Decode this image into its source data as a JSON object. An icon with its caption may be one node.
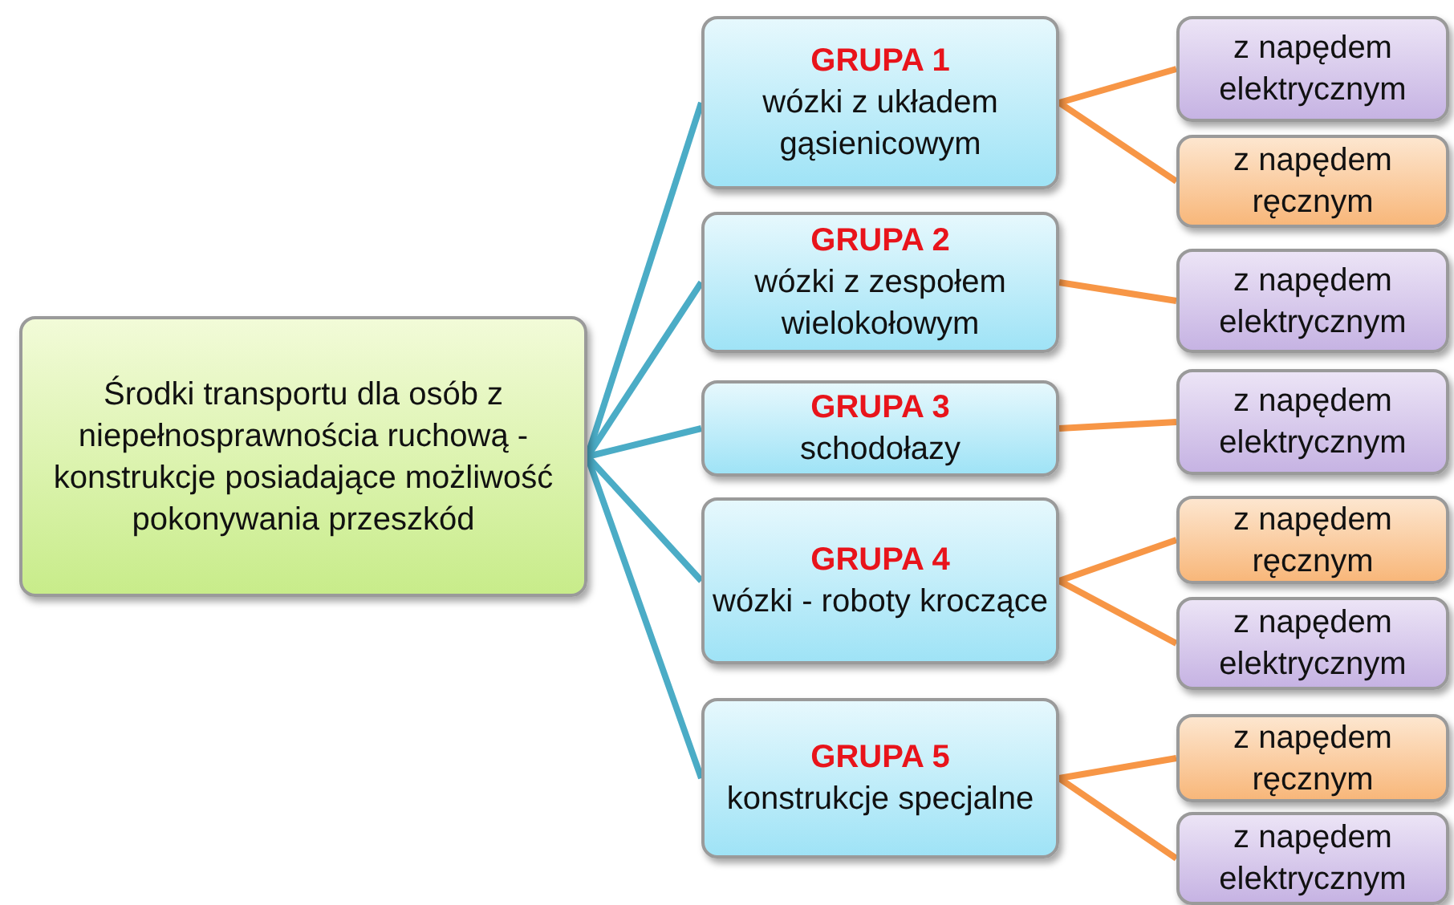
{
  "diagram": {
    "nodes": [
      {
        "text": [
          "Środki transportu dla osób z niepełnosprawnościa ruchową - konstrukcje posiadające możliwość pokonywania przeszkód"
        ]
      },
      {
        "text": [
          "GRUPA 1",
          "wózki z układem gąsienicowym"
        ]
      },
      {
        "text": [
          "GRUPA 2",
          "wózki z zespołem wielokołowym"
        ]
      },
      {
        "text": [
          "GRUPA 3",
          "schodołazy"
        ]
      },
      {
        "text": [
          "GRUPA 4",
          "wózki - roboty kroczące"
        ]
      },
      {
        "text": [
          "GRUPA 5",
          "konstrukcje specjalne"
        ]
      },
      {
        "text": [
          "z napędem elektrycznym"
        ]
      },
      {
        "text": [
          "z napędem ręcznym"
        ]
      },
      {
        "text": [
          "z napędem elektrycznym"
        ]
      },
      {
        "text": [
          "z napędem elektrycznym"
        ]
      },
      {
        "text": [
          "z napędem ręcznym"
        ]
      },
      {
        "text": [
          "z napędem elektrycznym"
        ]
      },
      {
        "text": [
          "z napędem ręcznym"
        ]
      },
      {
        "text": [
          "z napędem elektrycznym"
        ]
      }
    ],
    "edges": [
      {
        "from": 0,
        "to": 1,
        "arrow": "none",
        "color": "#4bacc6"
      },
      {
        "from": 0,
        "to": 2,
        "arrow": "none",
        "color": "#4bacc6"
      },
      {
        "from": 0,
        "to": 3,
        "arrow": "none",
        "color": "#4bacc6"
      },
      {
        "from": 0,
        "to": 4,
        "arrow": "none",
        "color": "#4bacc6"
      },
      {
        "from": 0,
        "to": 5,
        "arrow": "none",
        "color": "#4bacc6"
      },
      {
        "from": 1,
        "to": 6,
        "arrow": "none"
      },
      {
        "from": 1,
        "to": 7,
        "arrow": "none"
      },
      {
        "from": 2,
        "to": 8,
        "arrow": "none"
      },
      {
        "from": 3,
        "to": 9,
        "arrow": "none"
      },
      {
        "from": 4,
        "to": 10,
        "arrow": "none"
      },
      {
        "from": 4,
        "to": 11,
        "arrow": "none"
      },
      {
        "from": 5,
        "to": 12,
        "arrow": "none"
      },
      {
        "from": 5,
        "to": 13,
        "arrow": "none"
      }
    ]
  }
}
